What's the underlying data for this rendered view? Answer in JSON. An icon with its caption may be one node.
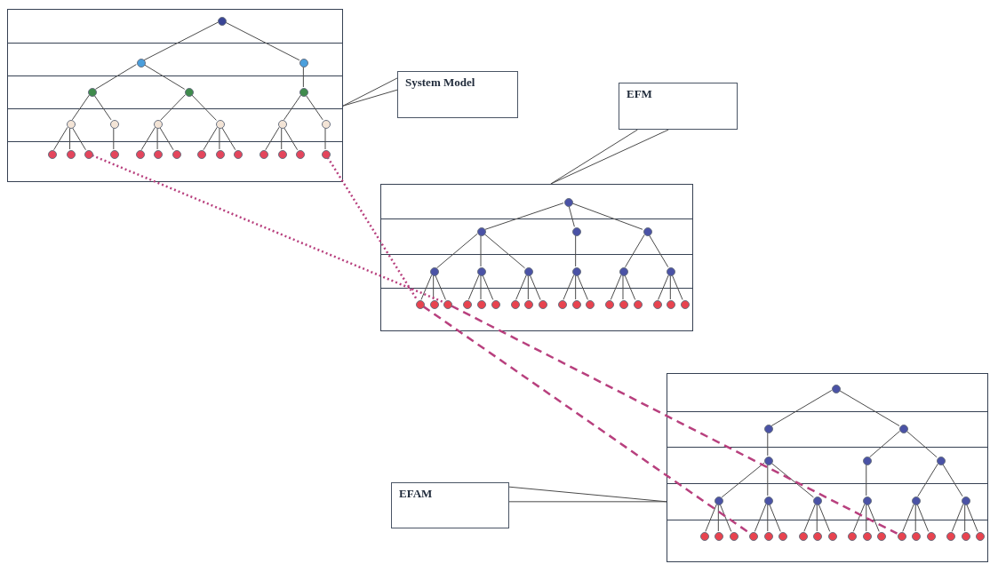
{
  "diagram": {
    "nodes": [
      {
        "text": [],
        "shape": "box"
      },
      {
        "text": [],
        "shape": "circle",
        "in": 0
      },
      {
        "text": [],
        "shape": "circle",
        "in": 0
      },
      {
        "text": [],
        "shape": "circle",
        "in": 0
      },
      {
        "text": [],
        "shape": "circle",
        "in": 0
      },
      {
        "text": [],
        "shape": "circle",
        "in": 0
      },
      {
        "text": [],
        "shape": "circle",
        "in": 0
      },
      {
        "text": [],
        "shape": "circle",
        "in": 0
      },
      {
        "text": [],
        "shape": "circle",
        "in": 0
      },
      {
        "text": [],
        "shape": "circle",
        "in": 0
      },
      {
        "text": [],
        "shape": "circle",
        "in": 0
      },
      {
        "text": [],
        "shape": "circle",
        "in": 0
      },
      {
        "text": [],
        "shape": "circle",
        "in": 0
      },
      {
        "text": [],
        "shape": "circle",
        "in": 0
      },
      {
        "text": [],
        "shape": "circle",
        "in": 0
      },
      {
        "text": [],
        "shape": "circle",
        "in": 0
      },
      {
        "text": [],
        "shape": "circle",
        "in": 0
      },
      {
        "text": [],
        "shape": "circle",
        "in": 0
      },
      {
        "text": [],
        "shape": "circle",
        "in": 0
      },
      {
        "text": [],
        "shape": "circle",
        "in": 0
      },
      {
        "text": [],
        "shape": "circle",
        "in": 0
      },
      {
        "text": [],
        "shape": "circle",
        "in": 0
      },
      {
        "text": [],
        "shape": "circle",
        "in": 0
      },
      {
        "text": [],
        "shape": "circle",
        "in": 0
      },
      {
        "text": [],
        "shape": "circle",
        "in": 0
      },
      {
        "text": [],
        "shape": "circle",
        "in": 0
      },
      {
        "text": [],
        "shape": "circle",
        "in": 0
      },
      {
        "text": [
          "System Model"
        ]
      },
      {
        "text": [
          "EFM"
        ]
      },
      {
        "text": [],
        "shape": "box"
      },
      {
        "text": [],
        "shape": "circle",
        "in": 29
      },
      {
        "text": [],
        "shape": "circle",
        "in": 29
      },
      {
        "text": [],
        "shape": "circle",
        "in": 29
      },
      {
        "text": [],
        "shape": "circle",
        "in": 29
      },
      {
        "text": [],
        "shape": "circle",
        "in": 29
      },
      {
        "text": [],
        "shape": "circle",
        "in": 29
      },
      {
        "text": [],
        "shape": "circle",
        "in": 29
      },
      {
        "text": [],
        "shape": "circle",
        "in": 29
      },
      {
        "text": [],
        "shape": "circle",
        "in": 29
      },
      {
        "text": [],
        "shape": "circle",
        "in": 29
      },
      {
        "text": [],
        "shape": "circle",
        "in": 29
      },
      {
        "text": [],
        "shape": "circle",
        "in": 29
      },
      {
        "text": [],
        "shape": "circle",
        "in": 29
      },
      {
        "text": [],
        "shape": "circle",
        "in": 29
      },
      {
        "text": [],
        "shape": "circle",
        "in": 29
      },
      {
        "text": [],
        "shape": "circle",
        "in": 29
      },
      {
        "text": [],
        "shape": "circle",
        "in": 29
      },
      {
        "text": [],
        "shape": "circle",
        "in": 29
      },
      {
        "text": [],
        "shape": "circle",
        "in": 29
      },
      {
        "text": [],
        "shape": "circle",
        "in": 29
      },
      {
        "text": [],
        "shape": "circle",
        "in": 29
      },
      {
        "text": [],
        "shape": "circle",
        "in": 29
      },
      {
        "text": [],
        "shape": "circle",
        "in": 29
      },
      {
        "text": [],
        "shape": "circle",
        "in": 29
      },
      {
        "text": [],
        "shape": "circle",
        "in": 29
      },
      {
        "text": [],
        "shape": "circle",
        "in": 29
      },
      {
        "text": [],
        "shape": "circle",
        "in": 29
      },
      {
        "text": [],
        "shape": "circle",
        "in": 29
      },
      {
        "text": [
          "EFAM"
        ]
      },
      {
        "text": [],
        "shape": "box"
      },
      {
        "text": [],
        "shape": "circle",
        "in": 59
      },
      {
        "text": [],
        "shape": "circle",
        "in": 59
      },
      {
        "text": [],
        "shape": "circle",
        "in": 59
      },
      {
        "text": [],
        "shape": "circle",
        "in": 59
      },
      {
        "text": [],
        "shape": "circle",
        "in": 59
      },
      {
        "text": [],
        "shape": "circle",
        "in": 59
      },
      {
        "text": [],
        "shape": "circle",
        "in": 59
      },
      {
        "text": [],
        "shape": "circle",
        "in": 59
      },
      {
        "text": [],
        "shape": "circle",
        "in": 59
      },
      {
        "text": [],
        "shape": "circle",
        "in": 59
      },
      {
        "text": [],
        "shape": "circle",
        "in": 59
      },
      {
        "text": [],
        "shape": "circle",
        "in": 59
      },
      {
        "text": [],
        "shape": "circle",
        "in": 59
      },
      {
        "text": [],
        "shape": "circle",
        "in": 59
      },
      {
        "text": [],
        "shape": "circle",
        "in": 59
      },
      {
        "text": [],
        "shape": "circle",
        "in": 59
      },
      {
        "text": [],
        "shape": "circle",
        "in": 59
      },
      {
        "text": [],
        "shape": "circle",
        "in": 59
      },
      {
        "text": [],
        "shape": "circle",
        "in": 59
      },
      {
        "text": [],
        "shape": "circle",
        "in": 59
      },
      {
        "text": [],
        "shape": "circle",
        "in": 59
      },
      {
        "text": [],
        "shape": "circle",
        "in": 59
      },
      {
        "text": [],
        "shape": "circle",
        "in": 59
      },
      {
        "text": [],
        "shape": "circle",
        "in": 59
      },
      {
        "text": [],
        "shape": "circle",
        "in": 59
      },
      {
        "text": [],
        "shape": "circle",
        "in": 59
      },
      {
        "text": [],
        "shape": "circle",
        "in": 59
      },
      {
        "text": [],
        "shape": "circle",
        "in": 59
      },
      {
        "text": [],
        "shape": "circle",
        "in": 59
      },
      {
        "text": [],
        "shape": "circle",
        "in": 59
      }
    ],
    "edges": [
      {
        "from": 1,
        "to": 2,
        "arrow": "none"
      },
      {
        "from": 1,
        "to": 3,
        "arrow": "none"
      },
      {
        "from": 2,
        "to": 4,
        "arrow": "none"
      },
      {
        "from": 2,
        "to": 5,
        "arrow": "none"
      },
      {
        "from": 3,
        "to": 6,
        "arrow": "none"
      },
      {
        "from": 4,
        "to": 7,
        "arrow": "none"
      },
      {
        "from": 4,
        "to": 8,
        "arrow": "none"
      },
      {
        "from": 5,
        "to": 9,
        "arrow": "none"
      },
      {
        "from": 5,
        "to": 10,
        "arrow": "none"
      },
      {
        "from": 6,
        "to": 11,
        "arrow": "none"
      },
      {
        "from": 6,
        "to": 12,
        "arrow": "none"
      },
      {
        "from": 7,
        "to": 13,
        "arrow": "none"
      },
      {
        "from": 7,
        "to": 14,
        "arrow": "none"
      },
      {
        "from": 7,
        "to": 15,
        "arrow": "none"
      },
      {
        "from": 8,
        "to": 16,
        "arrow": "none"
      },
      {
        "from": 9,
        "to": 17,
        "arrow": "none"
      },
      {
        "from": 9,
        "to": 18,
        "arrow": "none"
      },
      {
        "from": 9,
        "to": 19,
        "arrow": "none"
      },
      {
        "from": 10,
        "to": 20,
        "arrow": "none"
      },
      {
        "from": 10,
        "to": 21,
        "arrow": "none"
      },
      {
        "from": 10,
        "to": 22,
        "arrow": "none"
      },
      {
        "from": 11,
        "to": 23,
        "arrow": "none"
      },
      {
        "from": 11,
        "to": 24,
        "arrow": "none"
      },
      {
        "from": 11,
        "to": 25,
        "arrow": "none"
      },
      {
        "from": 12,
        "to": 26,
        "arrow": "none"
      },
      {
        "from": 30,
        "to": 31,
        "arrow": "none"
      },
      {
        "from": 30,
        "to": 32,
        "arrow": "none"
      },
      {
        "from": 30,
        "to": 33,
        "arrow": "none"
      },
      {
        "from": 31,
        "to": 34,
        "arrow": "none"
      },
      {
        "from": 31,
        "to": 35,
        "arrow": "none"
      },
      {
        "from": 31,
        "to": 36,
        "arrow": "none"
      },
      {
        "from": 32,
        "to": 37,
        "arrow": "none"
      },
      {
        "from": 33,
        "to": 38,
        "arrow": "none"
      },
      {
        "from": 33,
        "to": 39,
        "arrow": "none"
      },
      {
        "from": 34,
        "to": 40,
        "arrow": "none"
      },
      {
        "from": 34,
        "to": 41,
        "arrow": "none"
      },
      {
        "from": 34,
        "to": 42,
        "arrow": "none"
      },
      {
        "from": 35,
        "to": 43,
        "arrow": "none"
      },
      {
        "from": 35,
        "to": 44,
        "arrow": "none"
      },
      {
        "from": 35,
        "to": 45,
        "arrow": "none"
      },
      {
        "from": 36,
        "to": 46,
        "arrow": "none"
      },
      {
        "from": 36,
        "to": 47,
        "arrow": "none"
      },
      {
        "from": 36,
        "to": 48,
        "arrow": "none"
      },
      {
        "from": 37,
        "to": 49,
        "arrow": "none"
      },
      {
        "from": 37,
        "to": 50,
        "arrow": "none"
      },
      {
        "from": 37,
        "to": 51,
        "arrow": "none"
      },
      {
        "from": 38,
        "to": 52,
        "arrow": "none"
      },
      {
        "from": 38,
        "to": 53,
        "arrow": "none"
      },
      {
        "from": 38,
        "to": 54,
        "arrow": "none"
      },
      {
        "from": 39,
        "to": 55,
        "arrow": "none"
      },
      {
        "from": 39,
        "to": 56,
        "arrow": "none"
      },
      {
        "from": 39,
        "to": 57,
        "arrow": "none"
      },
      {
        "from": 60,
        "to": 61,
        "arrow": "none"
      },
      {
        "from": 60,
        "to": 62,
        "arrow": "none"
      },
      {
        "from": 61,
        "to": 63,
        "arrow": "none"
      },
      {
        "from": 62,
        "to": 64,
        "arrow": "none"
      },
      {
        "from": 62,
        "to": 65,
        "arrow": "none"
      },
      {
        "from": 63,
        "to": 66,
        "arrow": "none"
      },
      {
        "from": 63,
        "to": 67,
        "arrow": "none"
      },
      {
        "from": 63,
        "to": 68,
        "arrow": "none"
      },
      {
        "from": 64,
        "to": 69,
        "arrow": "none"
      },
      {
        "from": 65,
        "to": 70,
        "arrow": "none"
      },
      {
        "from": 65,
        "to": 71,
        "arrow": "none"
      },
      {
        "from": 66,
        "to": 72,
        "arrow": "none"
      },
      {
        "from": 66,
        "to": 73,
        "arrow": "none"
      },
      {
        "from": 66,
        "to": 74,
        "arrow": "none"
      },
      {
        "from": 67,
        "to": 75,
        "arrow": "none"
      },
      {
        "from": 67,
        "to": 76,
        "arrow": "none"
      },
      {
        "from": 67,
        "to": 77,
        "arrow": "none"
      },
      {
        "from": 68,
        "to": 78,
        "arrow": "none"
      },
      {
        "from": 68,
        "to": 79,
        "arrow": "none"
      },
      {
        "from": 68,
        "to": 80,
        "arrow": "none"
      },
      {
        "from": 69,
        "to": 81,
        "arrow": "none"
      },
      {
        "from": 69,
        "to": 82,
        "arrow": "none"
      },
      {
        "from": 69,
        "to": 83,
        "arrow": "none"
      },
      {
        "from": 70,
        "to": 84,
        "arrow": "none"
      },
      {
        "from": 70,
        "to": 85,
        "arrow": "none"
      },
      {
        "from": 70,
        "to": 86,
        "arrow": "none"
      },
      {
        "from": 71,
        "to": 87,
        "arrow": "none"
      },
      {
        "from": 71,
        "to": 88,
        "arrow": "none"
      },
      {
        "from": 71,
        "to": 89,
        "arrow": "none"
      },
      {
        "from": 15,
        "to": 42,
        "arrow": "none",
        "style": "dashed",
        "color": "#b8407e"
      },
      {
        "from": 26,
        "to": 40,
        "arrow": "none",
        "style": "dashed",
        "color": "#b8407e"
      },
      {
        "from": 40,
        "to": 75,
        "arrow": "none",
        "style": "dashed",
        "color": "#b8407e"
      },
      {
        "from": 42,
        "to": 84,
        "arrow": "none",
        "style": "dashed",
        "color": "#b8407e"
      },
      {
        "from": 27,
        "to": 0,
        "arrow": "none"
      },
      {
        "from": 28,
        "to": 29,
        "arrow": "none"
      },
      {
        "from": 58,
        "to": 59,
        "arrow": "none"
      }
    ]
  }
}
